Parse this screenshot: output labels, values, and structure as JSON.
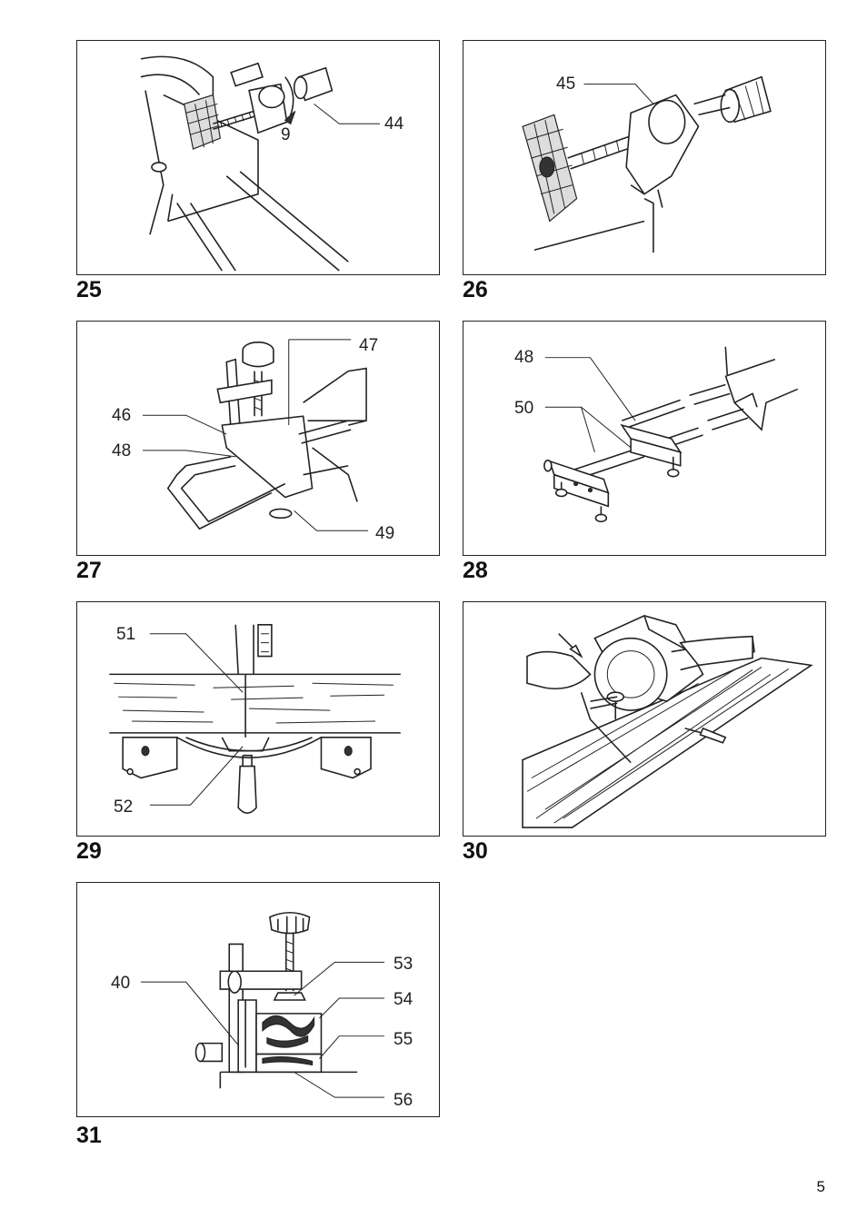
{
  "page": {
    "number": "5"
  },
  "figures": [
    {
      "id": "25",
      "callouts": [
        "44",
        "9"
      ]
    },
    {
      "id": "26",
      "callouts": [
        "45"
      ]
    },
    {
      "id": "27",
      "callouts": [
        "47",
        "46",
        "48",
        "49"
      ]
    },
    {
      "id": "28",
      "callouts": [
        "48",
        "50"
      ]
    },
    {
      "id": "29",
      "callouts": [
        "51",
        "52"
      ]
    },
    {
      "id": "30",
      "callouts": []
    },
    {
      "id": "31",
      "callouts": [
        "53",
        "40",
        "54",
        "55",
        "56"
      ]
    }
  ]
}
